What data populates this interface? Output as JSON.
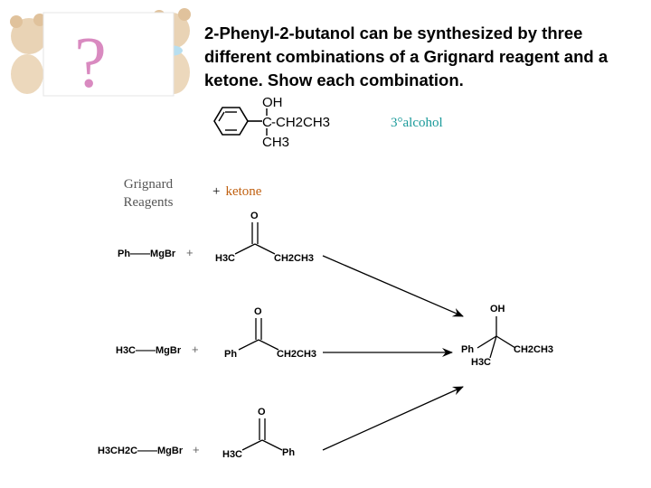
{
  "title": "2-Phenyl-2-butanol can be synthesized by three different combinations of a Grignard reagent and a ketone. Show each combination.",
  "product_label": "3°alcohol",
  "column_grignard": {
    "line1": "Grignard",
    "line2": "Reagents"
  },
  "column_ketone": {
    "plus": "+",
    "label": "ketone"
  },
  "top_structure": {
    "oh": "OH",
    "c": "C",
    "ch2ch3": "-CH2CH3",
    "ch3": "CH3"
  },
  "rows": [
    {
      "grignard": "Ph——MgBr",
      "plus": "+",
      "ketone_o": "O",
      "ketone_left": "H3C",
      "ketone_right": "CH2CH3"
    },
    {
      "grignard": "H3C——MgBr",
      "plus": "+",
      "ketone_o": "O",
      "ketone_left": "Ph",
      "ketone_right": "CH2CH3"
    },
    {
      "grignard": "H3CH2C——MgBr",
      "plus": "+",
      "ketone_o": "O",
      "ketone_left": "H3C",
      "ketone_right": "Ph"
    }
  ],
  "product": {
    "oh": "OH",
    "left": "Ph",
    "right": "CH2CH3",
    "bottom": "H3C"
  },
  "colors": {
    "alcohol": "#1a9a9a",
    "ketone": "#c06010",
    "muted": "#555555"
  },
  "icons": [
    "teddy-bear-question-image",
    "arrow-icon"
  ]
}
